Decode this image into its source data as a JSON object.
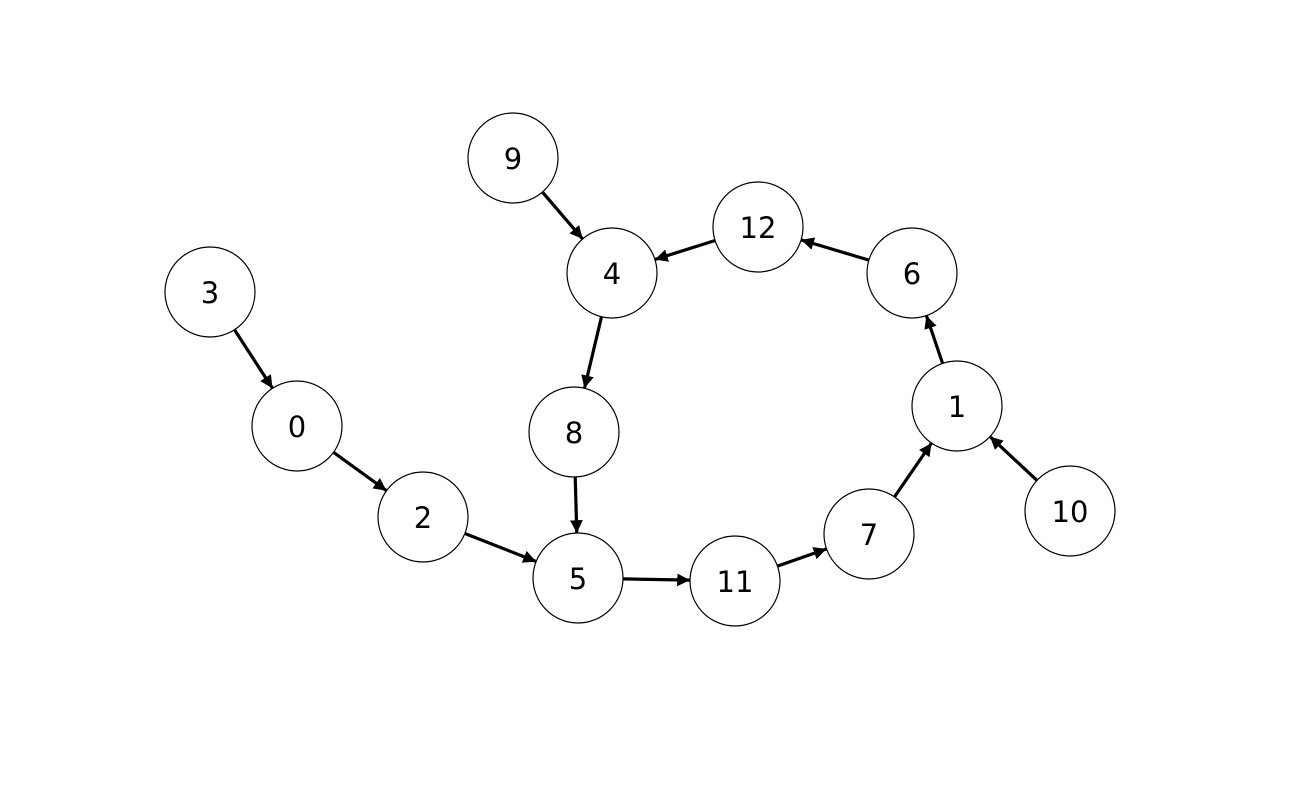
{
  "colors": {
    "stroke": "#000000",
    "fill": "#ffffff",
    "background": "#ffffff"
  },
  "nodes": [
    {
      "id": "n9",
      "label": "9"
    },
    {
      "id": "n12",
      "label": "12"
    },
    {
      "id": "n4",
      "label": "4"
    },
    {
      "id": "n6",
      "label": "6"
    },
    {
      "id": "n3",
      "label": "3"
    },
    {
      "id": "n1",
      "label": "1"
    },
    {
      "id": "n0",
      "label": "0"
    },
    {
      "id": "n8",
      "label": "8"
    },
    {
      "id": "n10",
      "label": "10"
    },
    {
      "id": "n2",
      "label": "2"
    },
    {
      "id": "n7",
      "label": "7"
    },
    {
      "id": "n5",
      "label": "5"
    },
    {
      "id": "n11",
      "label": "11"
    }
  ],
  "edges": [
    {
      "from": "3",
      "to": "0"
    },
    {
      "from": "0",
      "to": "2"
    },
    {
      "from": "2",
      "to": "5"
    },
    {
      "from": "9",
      "to": "4"
    },
    {
      "from": "12",
      "to": "4"
    },
    {
      "from": "4",
      "to": "8"
    },
    {
      "from": "8",
      "to": "5"
    },
    {
      "from": "5",
      "to": "11"
    },
    {
      "from": "11",
      "to": "7"
    },
    {
      "from": "7",
      "to": "1"
    },
    {
      "from": "10",
      "to": "1"
    },
    {
      "from": "1",
      "to": "6"
    },
    {
      "from": "6",
      "to": "12"
    }
  ]
}
